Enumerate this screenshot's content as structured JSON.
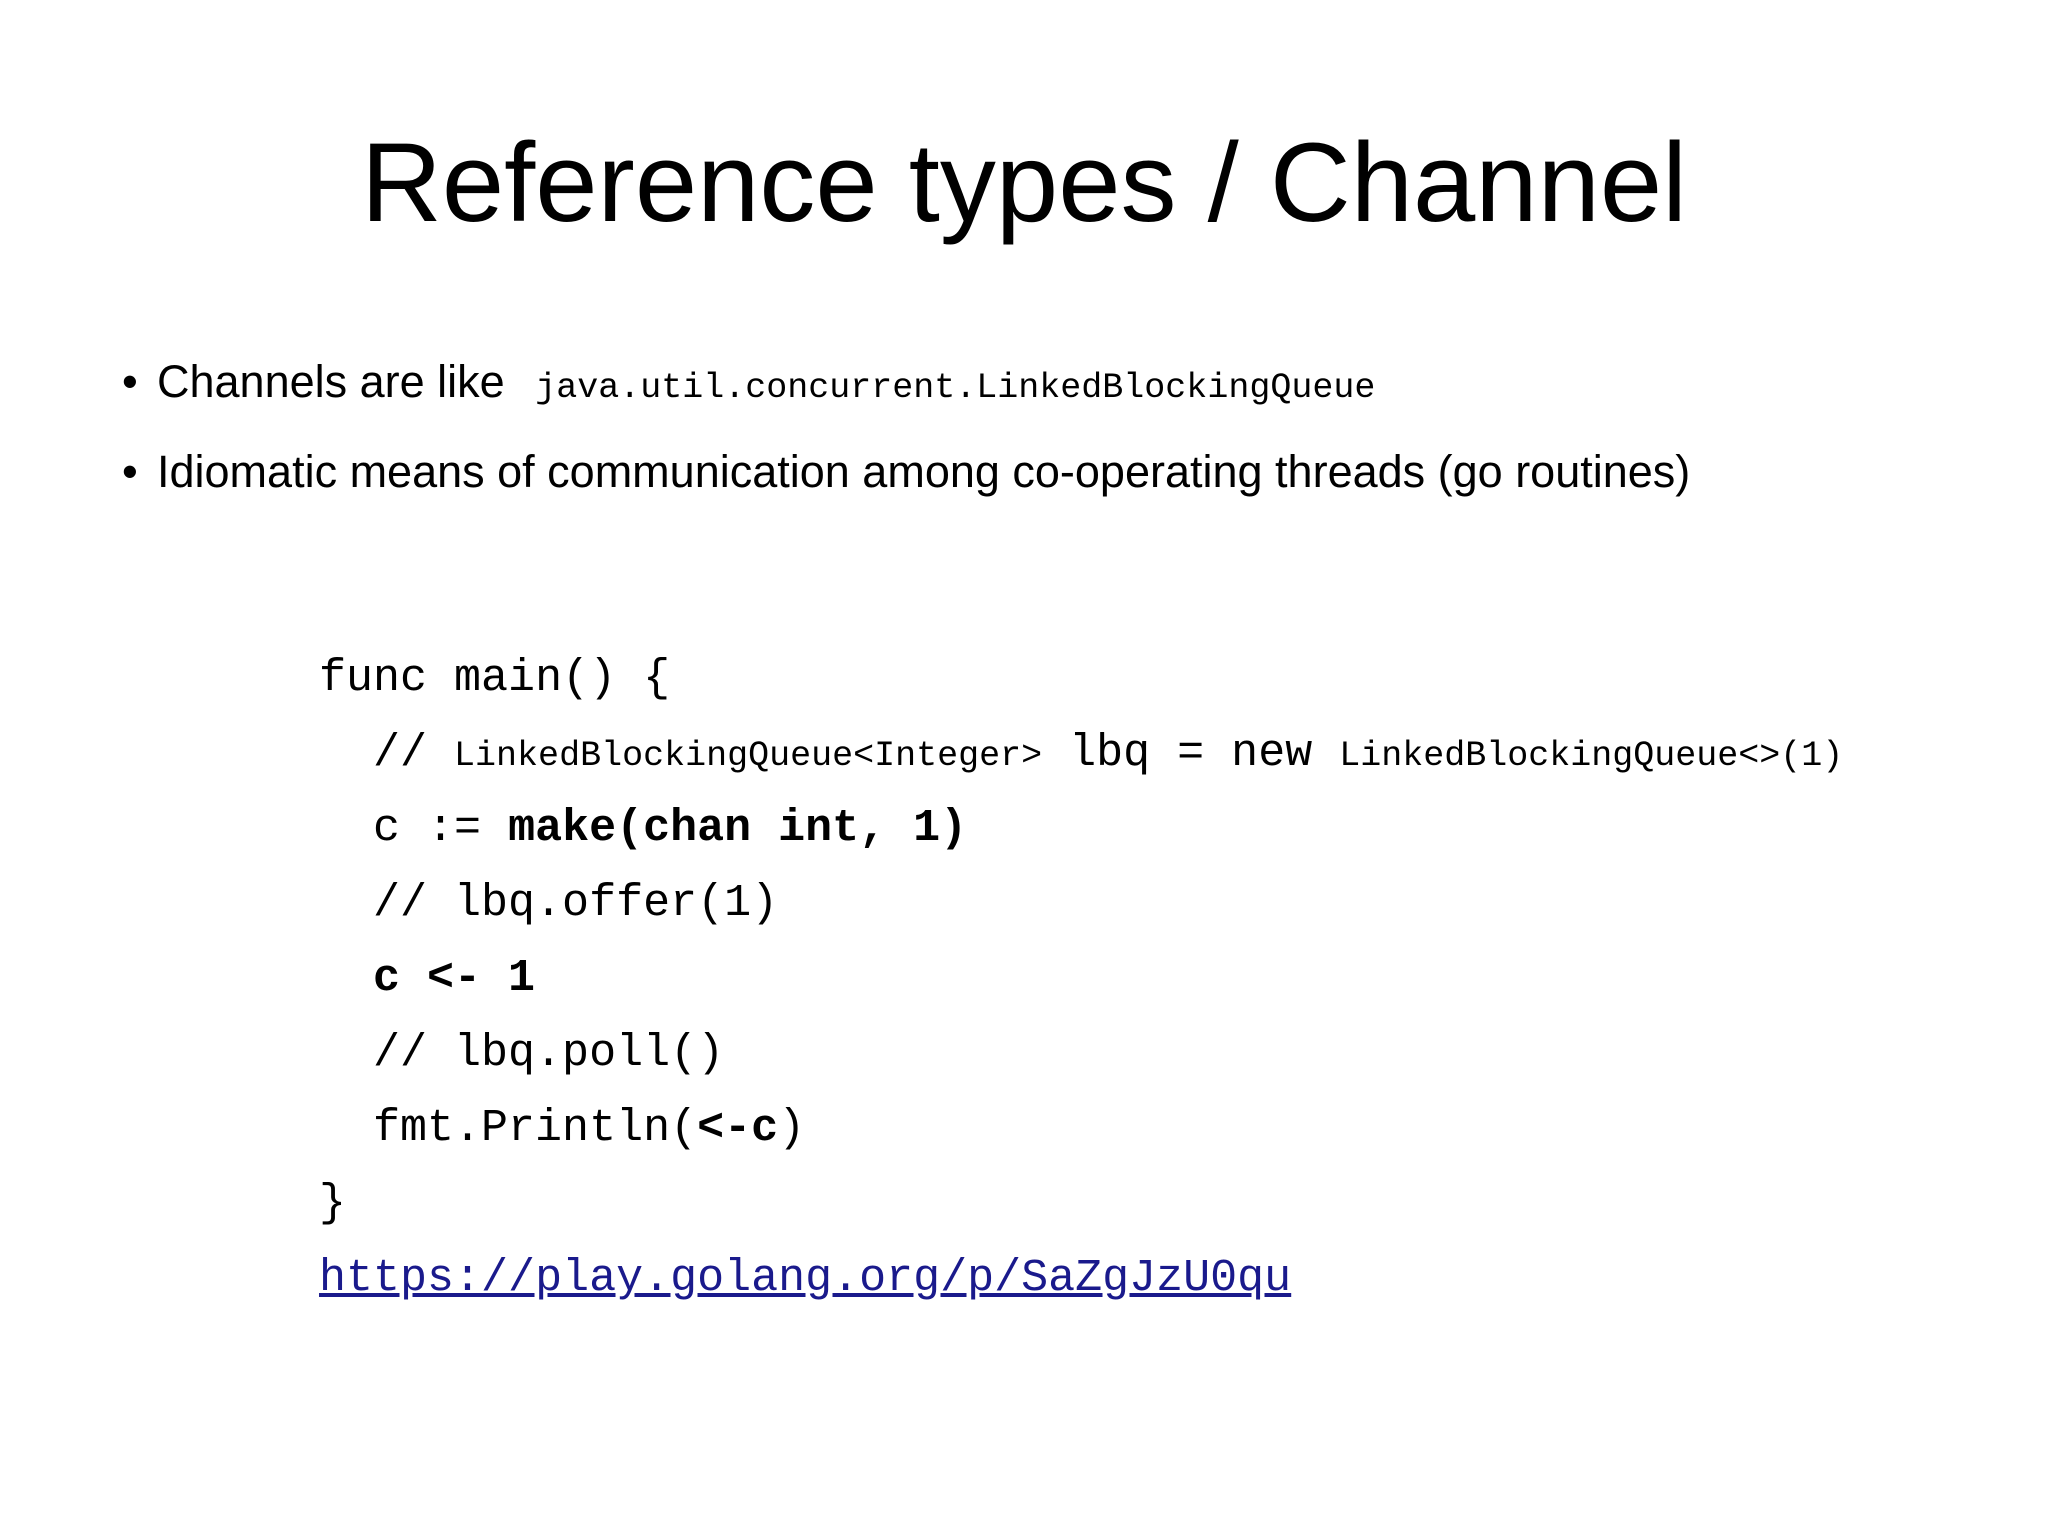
{
  "title": "Reference types / Channel",
  "bullet_glyph": "•",
  "bullets": {
    "item1": {
      "text": "Channels are like ",
      "mono": "java.util.concurrent.LinkedBlockingQueue"
    },
    "item2": {
      "text": "Idiomatic means of communication among co-operating threads (go routines)"
    }
  },
  "code": {
    "line1": {
      "seg1": "func main() {"
    },
    "line2": {
      "seg1": "// ",
      "seg2": "LinkedBlockingQueue<Integer>",
      "seg3": " lbq = new ",
      "seg4": "LinkedBlockingQueue<>(1)"
    },
    "line3": {
      "seg1": "c := ",
      "seg2": "make(chan int, 1)"
    },
    "line4": {
      "seg1": "// lbq.offer(1)"
    },
    "line5": {
      "seg1": "c <- 1"
    },
    "line6": {
      "seg1": "// lbq.poll()"
    },
    "line7": {
      "seg1": "fmt.Println(",
      "seg2": "<-c",
      "seg3": ")"
    },
    "line8": {
      "seg1": "}"
    },
    "link": "https://play.golang.org/p/SaZgJzU0qu"
  },
  "colors": {
    "background": "#ffffff",
    "text": "#000000",
    "link": "#1a1a8c"
  }
}
